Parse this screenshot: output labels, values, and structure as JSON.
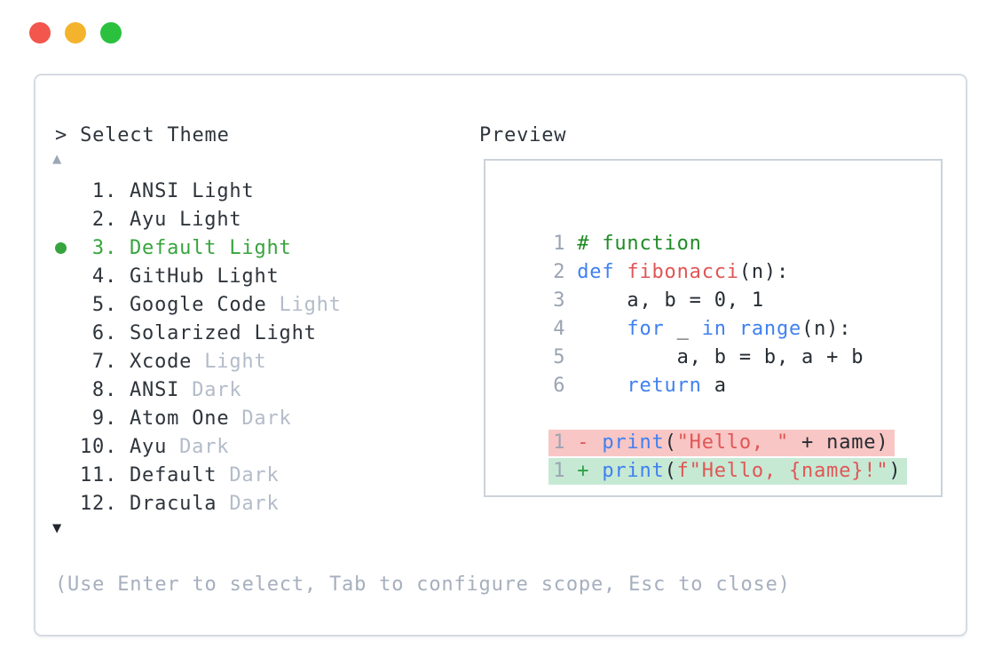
{
  "window": {
    "traffic_lights": [
      {
        "name": "close",
        "color": "#f2564d"
      },
      {
        "name": "minimize",
        "color": "#f4b32c"
      },
      {
        "name": "zoom",
        "color": "#2bc13f"
      }
    ]
  },
  "picker": {
    "prompt": "> Select Theme",
    "scroll_up": "▲",
    "scroll_down": "▼",
    "items": [
      {
        "number": "1.",
        "name": "ANSI Light",
        "variant": "",
        "selected": false
      },
      {
        "number": "2.",
        "name": "Ayu Light",
        "variant": "",
        "selected": false
      },
      {
        "number": "3.",
        "name": "Default Light",
        "variant": "",
        "selected": true
      },
      {
        "number": "4.",
        "name": "GitHub Light",
        "variant": "",
        "selected": false
      },
      {
        "number": "5.",
        "name": "Google Code",
        "variant": "Light",
        "selected": false
      },
      {
        "number": "6.",
        "name": "Solarized Light",
        "variant": "",
        "selected": false
      },
      {
        "number": "7.",
        "name": "Xcode",
        "variant": "Light",
        "selected": false
      },
      {
        "number": "8.",
        "name": "ANSI",
        "variant": "Dark",
        "selected": false
      },
      {
        "number": "9.",
        "name": "Atom One",
        "variant": "Dark",
        "selected": false
      },
      {
        "number": "10.",
        "name": "Ayu",
        "variant": "Dark",
        "selected": false
      },
      {
        "number": "11.",
        "name": "Default",
        "variant": "Dark",
        "selected": false
      },
      {
        "number": "12.",
        "name": "Dracula",
        "variant": "Dark",
        "selected": false
      }
    ],
    "help_text": "(Use Enter to select, Tab to configure scope, Esc to close)"
  },
  "preview": {
    "label": "Preview",
    "code_lines": [
      {
        "num": "1",
        "diff": "",
        "tokens": [
          {
            "t": "# function",
            "c": "comment"
          }
        ]
      },
      {
        "num": "2",
        "diff": "",
        "tokens": [
          {
            "t": "def",
            "c": "keyword"
          },
          {
            "t": " ",
            "c": "plain"
          },
          {
            "t": "fibonacci",
            "c": "func"
          },
          {
            "t": "(n):",
            "c": "plain"
          }
        ]
      },
      {
        "num": "3",
        "diff": "",
        "tokens": [
          {
            "t": "    a, b = 0, 1",
            "c": "plain"
          }
        ]
      },
      {
        "num": "4",
        "diff": "",
        "tokens": [
          {
            "t": "    ",
            "c": "plain"
          },
          {
            "t": "for",
            "c": "keyword"
          },
          {
            "t": " _ ",
            "c": "plain"
          },
          {
            "t": "in",
            "c": "keyword"
          },
          {
            "t": " ",
            "c": "plain"
          },
          {
            "t": "range",
            "c": "keyword"
          },
          {
            "t": "(n):",
            "c": "plain"
          }
        ]
      },
      {
        "num": "5",
        "diff": "",
        "tokens": [
          {
            "t": "        a, b = b, a + b",
            "c": "plain"
          }
        ]
      },
      {
        "num": "6",
        "diff": "",
        "tokens": [
          {
            "t": "    ",
            "c": "plain"
          },
          {
            "t": "return",
            "c": "keyword"
          },
          {
            "t": " a",
            "c": "plain"
          }
        ]
      },
      {
        "num": "",
        "diff": "",
        "tokens": []
      },
      {
        "num": "1",
        "diff": "removed",
        "tokens": [
          {
            "t": "- ",
            "c": "removed-marker"
          },
          {
            "t": "print",
            "c": "keyword"
          },
          {
            "t": "(",
            "c": "plain"
          },
          {
            "t": "\"Hello, \"",
            "c": "string"
          },
          {
            "t": " + name)",
            "c": "plain"
          }
        ]
      },
      {
        "num": "1",
        "diff": "added",
        "tokens": [
          {
            "t": "+ ",
            "c": "added-marker"
          },
          {
            "t": "print",
            "c": "keyword"
          },
          {
            "t": "(",
            "c": "plain"
          },
          {
            "t": "f\"Hello, {name}!\"",
            "c": "string"
          },
          {
            "t": ")",
            "c": "plain"
          }
        ]
      }
    ]
  },
  "colors": {
    "selected_green": "#37a43d",
    "muted_text": "#b3bcc9",
    "dark_text": "#2e343b",
    "help_text_gray": "#a6afbe",
    "line_number_gray": "#9aa4b2",
    "comment_green": "#1f8b24",
    "keyword_blue": "#4080f0",
    "string_red": "#e05656",
    "diff_removed_bg": "#f8c6c4",
    "diff_added_bg": "#c6e9d4",
    "panel_border": "#d6dbe2",
    "preview_border": "#ccd2db"
  }
}
